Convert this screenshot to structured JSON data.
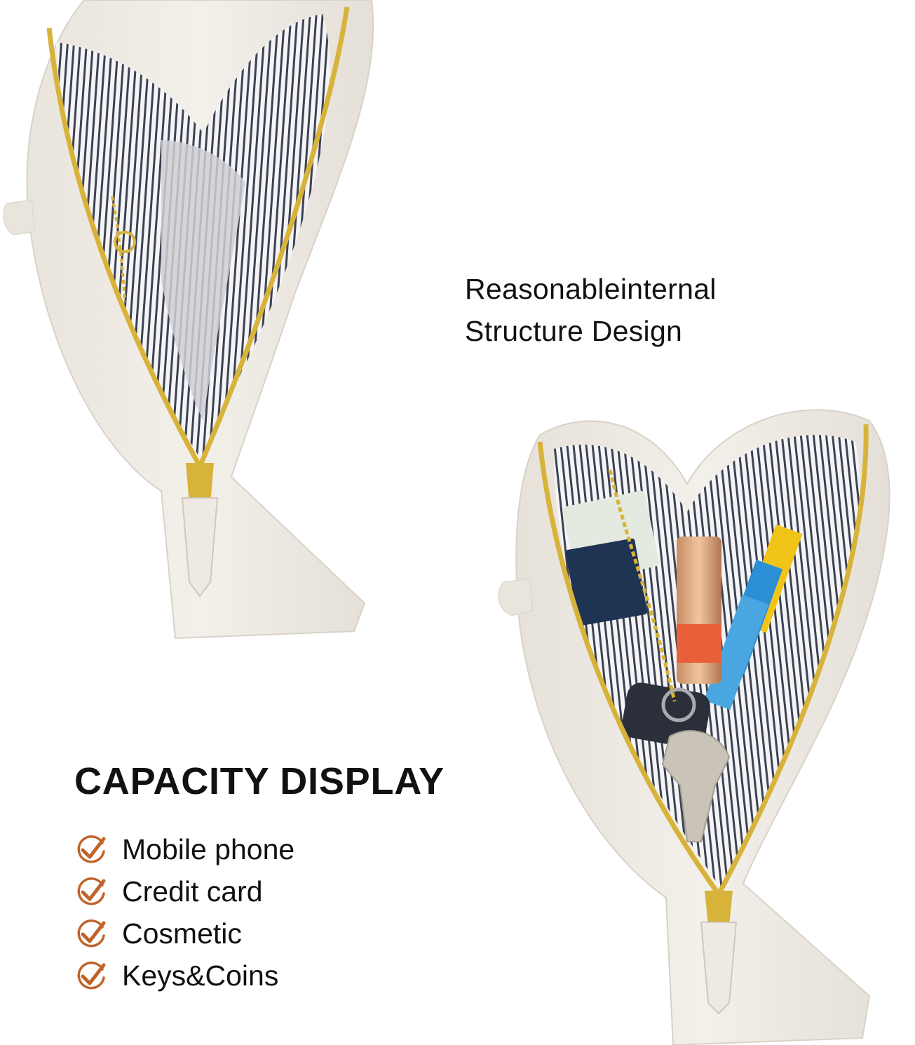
{
  "headline": {
    "line1": "Reasonableinternal",
    "line2": "Structure Design"
  },
  "capacity": {
    "title": "CAPACITY DISPLAY",
    "items": [
      {
        "label": "Mobile phone",
        "icon": "check-circle-icon"
      },
      {
        "label": "Credit card",
        "icon": "check-circle-icon"
      },
      {
        "label": "Cosmetic",
        "icon": "check-circle-icon"
      },
      {
        "label": "Keys&Coins",
        "icon": "check-circle-icon"
      }
    ]
  },
  "colors": {
    "check": "#c0632a",
    "zipper": "#d8b33a",
    "leather": "#f0ece6",
    "text": "#111111"
  }
}
